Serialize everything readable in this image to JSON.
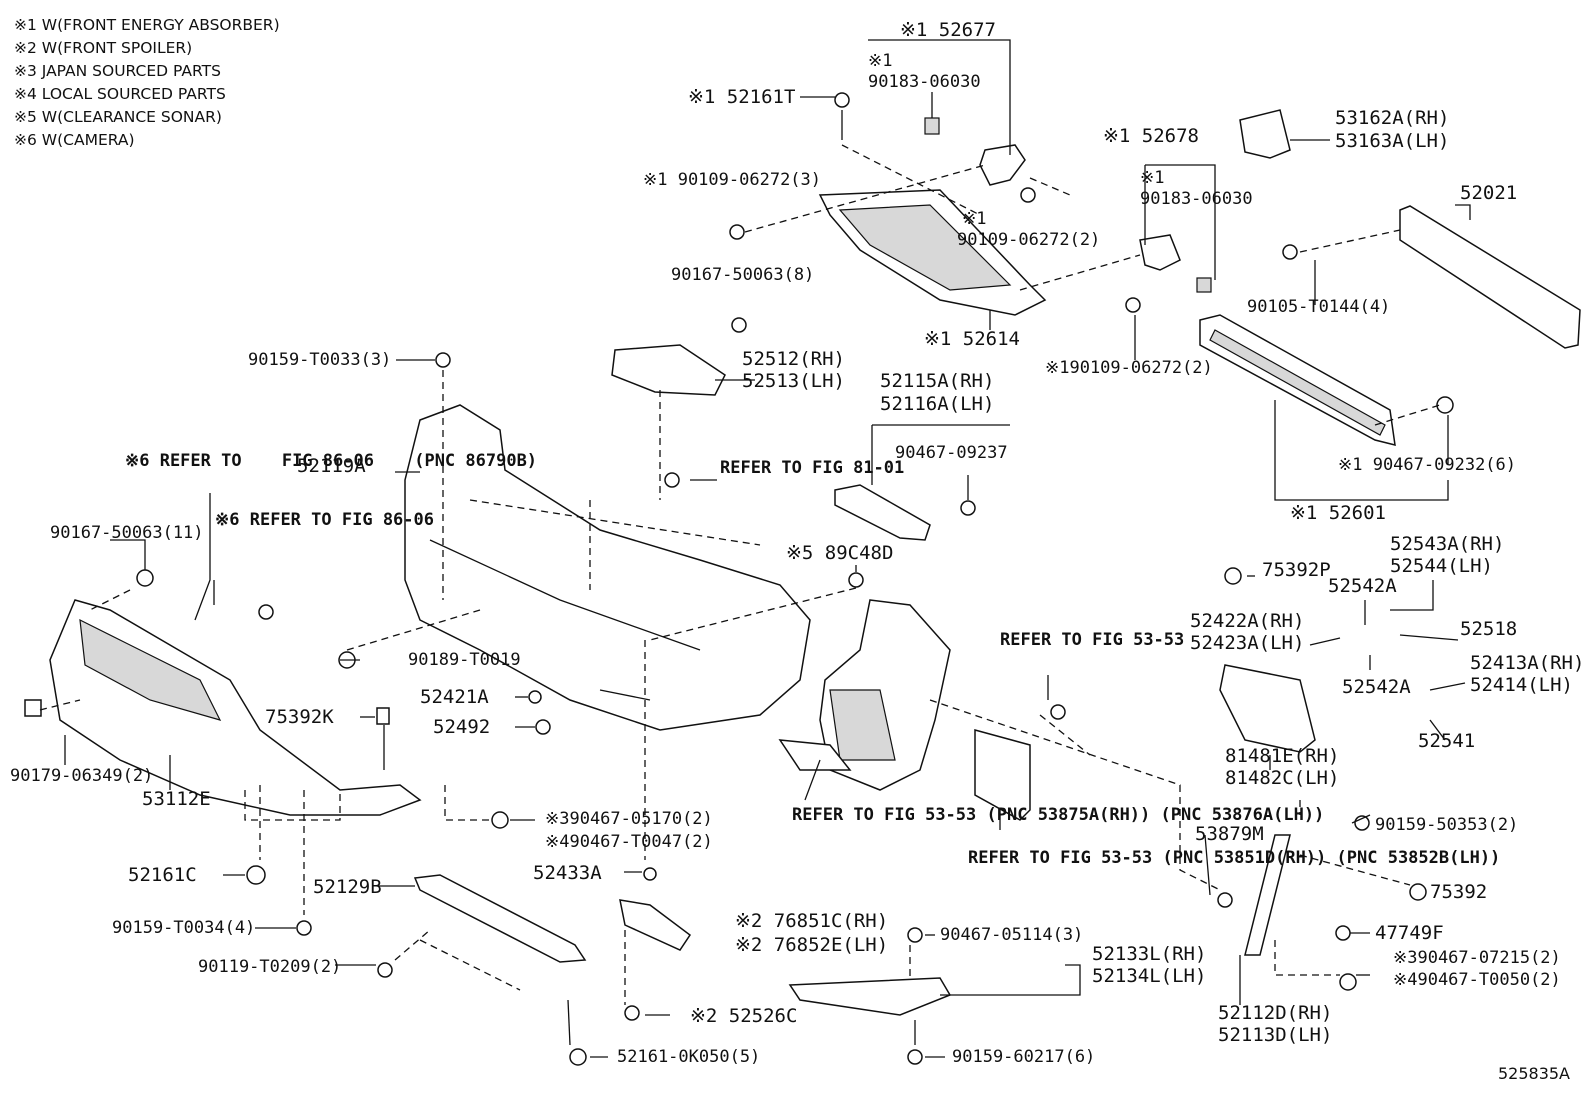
{
  "legend": [
    "※1 W(FRONT ENERGY ABSORBER)",
    "※2 W(FRONT SPOILER)",
    "※3 JAPAN SOURCED PARTS",
    "※4 LOCAL SOURCED PARTS",
    "※5 W(CLEARANCE SONAR)",
    "※6 W(CAMERA)"
  ],
  "labels": {
    "p52677": "※1 52677",
    "p90183_a_note": "※1",
    "p90183_a": "90183-06030",
    "p52161T": "※1 52161T",
    "p90109_3": "※1 90109-06272(3)",
    "p90109_2a_note": "※1",
    "p90109_2a": "90109-06272(2)",
    "p90167_8": "90167-50063(8)",
    "p52614": "※1 52614",
    "p52678": "※1 52678",
    "p90183_b_note": "※1",
    "p90183_b": "90183-06030",
    "p90109_2b": "※190109-06272(2)",
    "p53162A": "53162A(RH)",
    "p53163A": "53163A(LH)",
    "p52021": "52021",
    "p90105": "90105-T0144(4)",
    "p90467_6": "※1 90467-09232(6)",
    "p52601": "※1 52601",
    "p90159_3": "90159-T0033(3)",
    "p52512": "52512(RH)",
    "p52513": "52513(LH)",
    "p52115A": "52115A(RH)",
    "p52116A": "52116A(LH)",
    "p90467_09237": "90467-09237",
    "p52119A": "52119A",
    "ref_fig81_1": "REFER TO",
    "ref_fig81_2": "FIG 81-01",
    "ref_cam1_1": "※6 REFER TO",
    "ref_cam1_2": "FIG 86-06",
    "ref_cam1_3": "(PNC 86790B)",
    "ref_cam2_0": "※6",
    "ref_cam2_1": "REFER TO",
    "ref_cam2_2": "FIG 86-06",
    "p90167_11": "90167-50063(11)",
    "p89C48D": "※5 89C48D",
    "p75392P": "75392P",
    "p52543A": "52543A(RH)",
    "p52544": "52544(LH)",
    "p52542A_a": "52542A",
    "p52518": "52518",
    "p52422A": "52422A(RH)",
    "p52423A": "52423A(LH)",
    "p52542A_b": "52542A",
    "p52413A": "52413A(RH)",
    "p52414": "52414(LH)",
    "p52541": "52541",
    "p81481E": "81481E(RH)",
    "p81482C": "81482C(LH)",
    "p90189": "90189-T0019",
    "ref_fig53a_1": "REFER TO",
    "ref_fig53a_2": "FIG 53-53",
    "p52421A": "52421A",
    "p52492": "52492",
    "p75392K": "75392K",
    "p90179": "90179-06349(2)",
    "p53112E": "53112E",
    "p90467_05170": "※390467-05170(2)",
    "p90467_T0047": "※490467-T0047(2)",
    "ref_fig53b_1": "REFER TO",
    "ref_fig53b_2": "FIG 53-53",
    "ref_fig53b_3": "(PNC 53875A(RH))",
    "ref_fig53b_4": "(PNC 53876A(LH))",
    "ref_fig53c_1": "REFER TO",
    "ref_fig53c_2": "FIG 53-53",
    "ref_fig53c_3": "(PNC 53851D(RH))",
    "ref_fig53c_4": "(PNC 53852B(LH))",
    "p53879M": "53879M",
    "p90159_50353": "90159-50353(2)",
    "p75392": "75392",
    "p52161C": "52161C",
    "p52129B": "52129B",
    "p52433A": "52433A",
    "p47749F": "47749F",
    "p90159_T0034": "90159-T0034(4)",
    "p76851C": "※2 76851C(RH)",
    "p76852E": "※2 76852E(LH)",
    "p90467_05114": "90467-05114(3)",
    "p52133L": "52133L(RH)",
    "p52134L": "52134L(LH)",
    "p90467_07215": "※390467-07215(2)",
    "p90467_T0050": "※490467-T0050(2)",
    "p90119": "90119-T0209(2)",
    "p52526C": "※2 52526C",
    "p52112D": "52112D(RH)",
    "p52113D": "52113D(LH)",
    "p52161_0K050": "52161-0K050(5)",
    "p90159_60217": "90159-60217(6)"
  },
  "figure_code": "525835A"
}
